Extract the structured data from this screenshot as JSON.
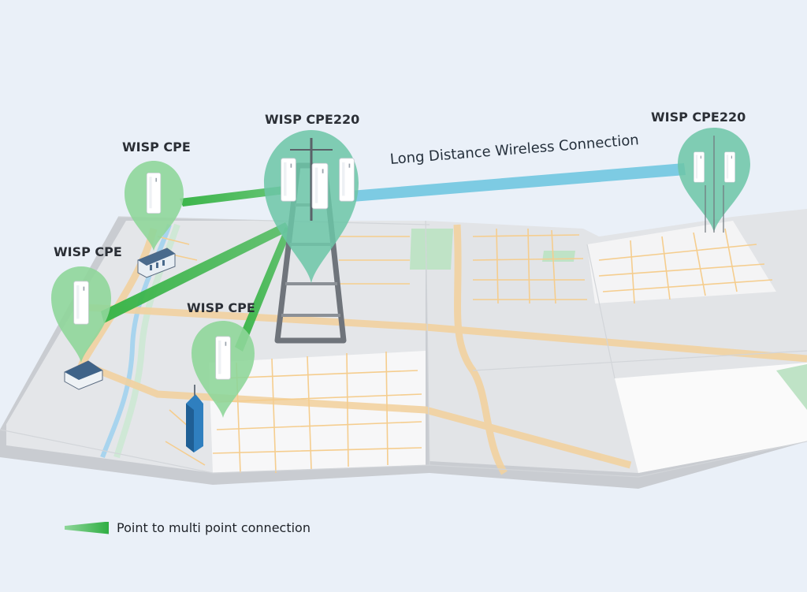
{
  "labels": {
    "tower": "WISP  CPE220",
    "remote": "WISP CPE220",
    "cpe_top": "WISP CPE",
    "cpe_left": "WISP CPE",
    "cpe_mid": "WISP CPE"
  },
  "link_label": "Long Distance Wireless Connection",
  "legend": {
    "text": "Point to multi point connection"
  },
  "colors": {
    "background": "#eaf0f8",
    "pin_teal": "#6cc5a7",
    "pin_green": "#8fd69a",
    "long_link": "#7dcbe3",
    "ptmp_link": "#3bb54a",
    "road": "#f5cd8e",
    "map": "#e4e6e9"
  }
}
